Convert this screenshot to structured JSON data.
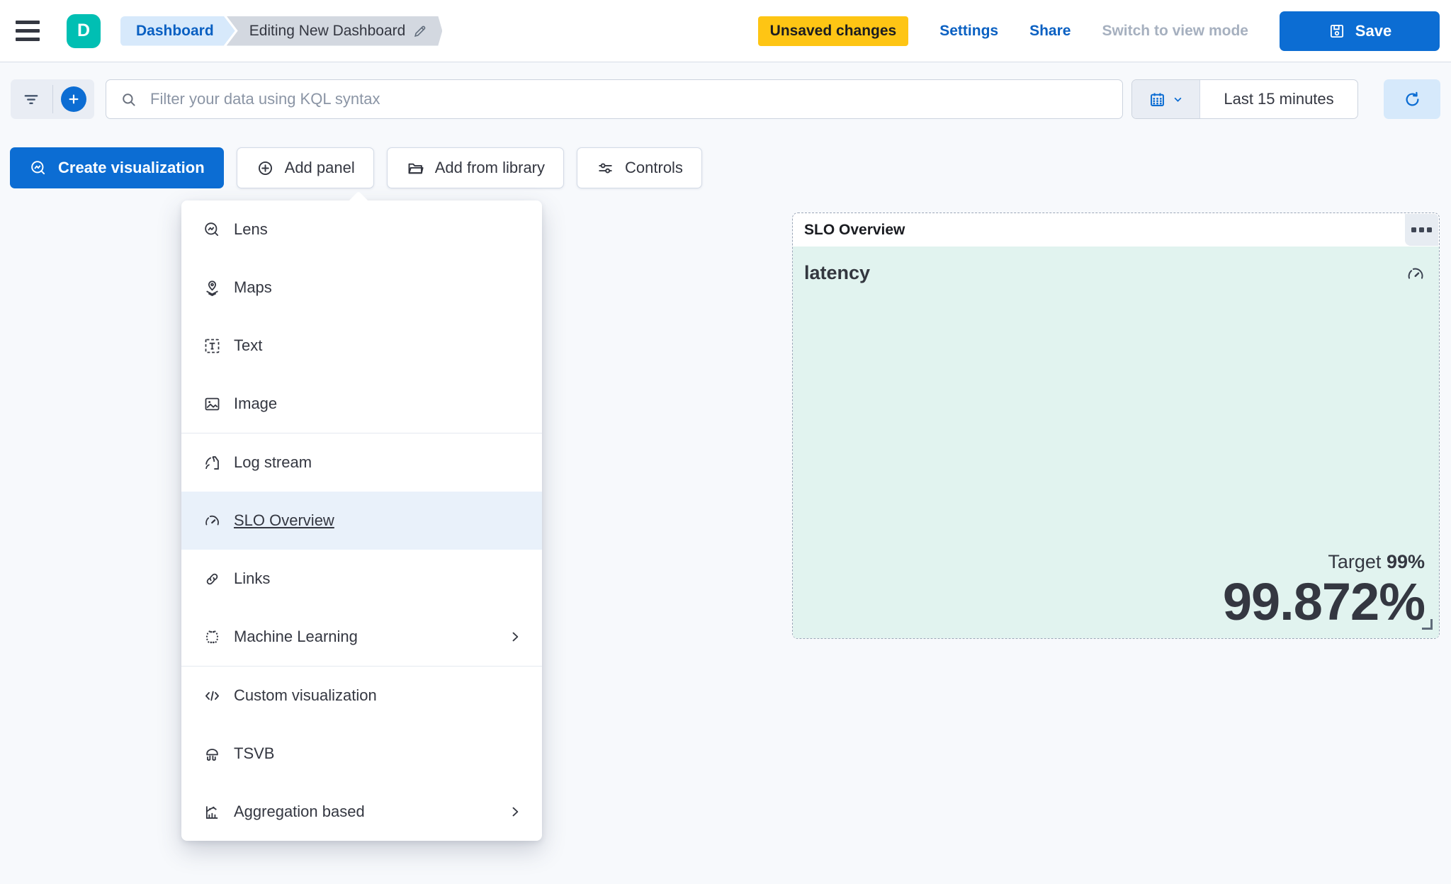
{
  "header": {
    "logo_letter": "D",
    "breadcrumb": {
      "root": "Dashboard",
      "current": "Editing New Dashboard"
    },
    "unsaved_badge": "Unsaved changes",
    "settings_link": "Settings",
    "share_link": "Share",
    "view_mode_link": "Switch to view mode",
    "save_button": "Save"
  },
  "filter_bar": {
    "search_placeholder": "Filter your data using KQL syntax",
    "time_range": "Last 15 minutes"
  },
  "toolbar": {
    "create_visualization": "Create visualization",
    "add_panel": "Add panel",
    "add_from_library": "Add from library",
    "controls": "Controls"
  },
  "add_panel_menu": {
    "items": [
      {
        "label": "Lens",
        "icon": "lens-icon"
      },
      {
        "label": "Maps",
        "icon": "maps-icon"
      },
      {
        "label": "Text",
        "icon": "text-icon"
      },
      {
        "label": "Image",
        "icon": "image-icon"
      },
      {
        "label": "Log stream",
        "icon": "log-stream-icon"
      },
      {
        "label": "SLO Overview",
        "icon": "gauge-icon",
        "highlighted": true
      },
      {
        "label": "Links",
        "icon": "link-icon"
      },
      {
        "label": "Machine Learning",
        "icon": "machine-learning-icon",
        "has_submenu": true
      },
      {
        "label": "Custom visualization",
        "icon": "code-icon"
      },
      {
        "label": "TSVB",
        "icon": "tsvb-icon"
      },
      {
        "label": "Aggregation based",
        "icon": "aggregation-icon",
        "has_submenu": true
      }
    ]
  },
  "slo_panel": {
    "title": "SLO Overview",
    "metric_name": "latency",
    "target_label": "Target",
    "target_value": "99%",
    "value": "99.872%"
  },
  "colors": {
    "primary": "#0c6dd3",
    "link_blue": "#0a60c2",
    "warning_badge": "#fec514",
    "logo_teal": "#00bfb3",
    "panel_mint": "#e1f3ef",
    "menu_highlight": "#e9f1fa",
    "text_dark": "#343741",
    "border": "#d3dae6"
  }
}
